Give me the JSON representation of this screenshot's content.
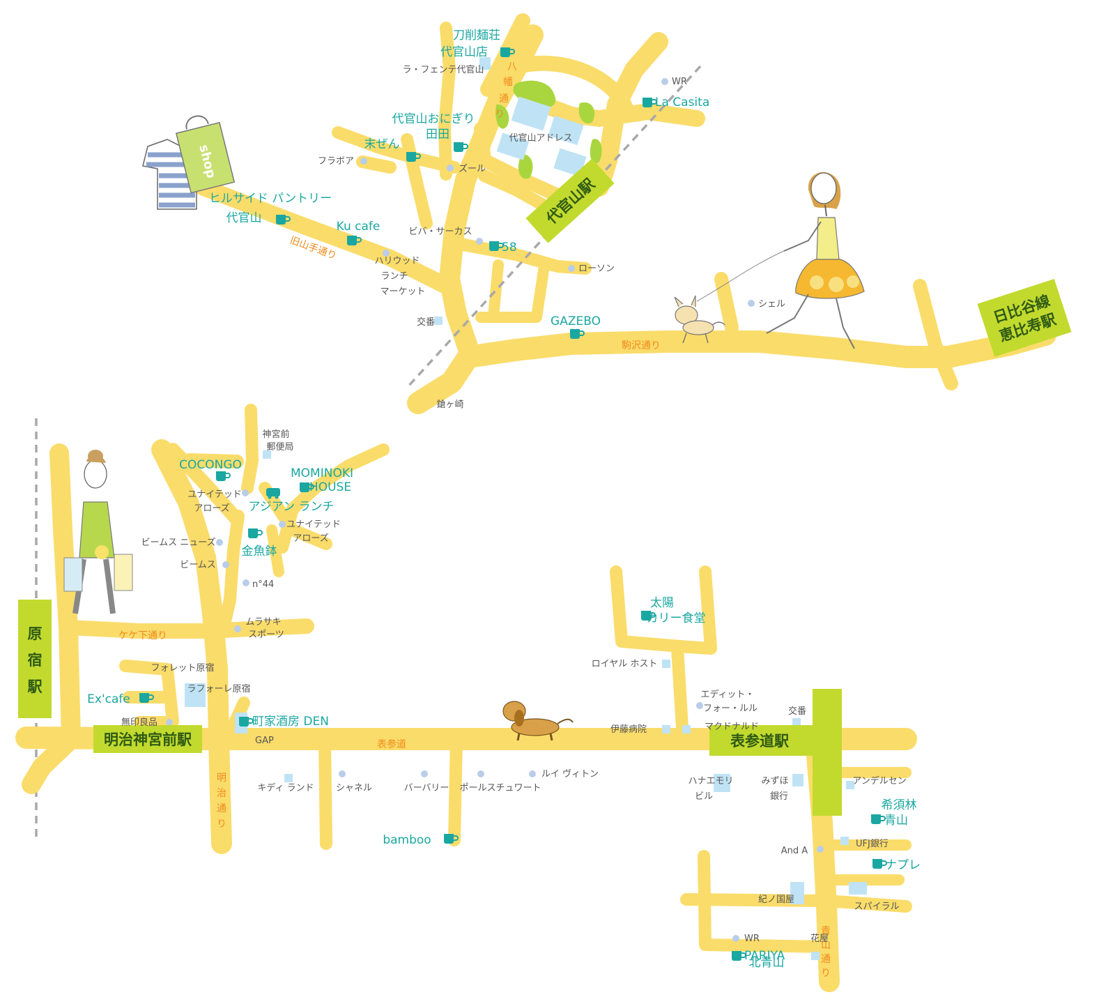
{
  "colors": {
    "road": "#fadc6a",
    "station_box": "#c2da2e",
    "station_text": "#2f5a14",
    "cafe_text": "#1aa7a1",
    "street_label": "#f08a1c",
    "shop_text": "#555555",
    "building": "#bfe3f5",
    "marker_dot": "#b9cdea",
    "railway": "#a8a8a8",
    "park": "#a9d63f"
  },
  "icons": {
    "cafe_marker": "coffee-cup-icon",
    "shop_marker": "dot-marker",
    "shopping_bag": "shop-bag-icon"
  },
  "bag_text": "shop",
  "daikanyama": {
    "stations": {
      "daikanyama": "代官山駅",
      "ebisu_line1": "日比谷線",
      "ebisu_line2": "恵比寿駅"
    },
    "streets": {
      "kyuyamate": "旧山手通り",
      "hachiman_1": "八",
      "hachiman_2": "幡",
      "hachiman_3": "通",
      "hachiman_4": "り",
      "komazawa": "駒沢通り"
    },
    "cafes": {
      "toshoumen_1": "刀削麺荘",
      "toshoumen_2": "代官山店",
      "onigiri_1": "代官山おにぎり",
      "onigiri_2": "田田",
      "suezen": "末ぜん",
      "hillside_1": "ヒルサイド パントリー",
      "hillside_2": "代官山",
      "kucafe": "Ku cafe",
      "lacasita": "La Casita",
      "c58": "58",
      "gazebo": "GAZEBO"
    },
    "shops": {
      "lafenetre": "ラ・フェンテ代官山",
      "wr": "WR",
      "address": "代官山アドレス",
      "furabo": "フラボア",
      "zool": "ズール",
      "viva": "ビバ・サーカス",
      "hollywood_1": "ハリウッド",
      "hollywood_2": "ランチ",
      "hollywood_3": "マーケット",
      "lawson": "ローソン",
      "koban": "交番",
      "shell": "シェル",
      "kamakura": "鎗ヶ崎"
    }
  },
  "harajuku": {
    "stations": {
      "harajuku_1": "原",
      "harajuku_2": "宿",
      "harajuku_3": "駅",
      "meiji": "明治神宮前駅",
      "omotesando": "表参道駅"
    },
    "streets": {
      "takeshita": "ケケ下通り",
      "omotesando": "表参道",
      "meiji_1": "明",
      "meiji_2": "治",
      "meiji_3": "通",
      "meiji_4": "り",
      "aoyama_1": "青",
      "aoyama_2": "山",
      "aoyama_3": "通",
      "aoyama_4": "り",
      "kitaaoyama": "北青山"
    },
    "cafes": {
      "cocongo": "COCONGO",
      "mominoki_1": "MOMINOKI",
      "mominoki_2": "HOUSE",
      "asian": "アジアン ランチ",
      "kingyo": "金魚鉢",
      "excafe": "Ex'cafe",
      "den": "町家酒房 DEN",
      "taiyo_1": "太陽",
      "taiyo_2": "カリー食堂",
      "bamboo": "bamboo",
      "kisurin_1": "希須林",
      "kisurin_2": "青山",
      "napule": "ナプレ",
      "pariya": "PARIYA"
    },
    "shops": {
      "post_1": "神宮前",
      "post_2": "郵便局",
      "ua1_1": "ユナイテッド",
      "ua1_2": "アローズ",
      "ua2_1": "ユナイテッド",
      "ua2_2": "アローズ",
      "beams_news": "ビームス ニューズ",
      "beams": "ビームス",
      "n44": "n°44",
      "murasaki_1": "ムラサキ",
      "murasaki_2": "スポーツ",
      "foret": "フォレット原宿",
      "laforet": "ラフォーレ原宿",
      "muji": "無印良品",
      "gap": "GAP",
      "kiddy": "キディ ランド",
      "chanel": "シャネル",
      "burberry": "バーバリー",
      "paul": "ポールスチュワート",
      "vuitton": "ルイ ヴィトン",
      "royal": "ロイヤル ホスト",
      "edit_1": "エディット・",
      "edit_2": "フォー・ルル",
      "ito": "伊藤病院",
      "mcd": "マクドナルド",
      "koban": "交番",
      "hanae_1": "ハナエモリ",
      "hanae_2": "ビル",
      "mizuho_1": "みずほ",
      "mizuho_2": "銀行",
      "andersen": "アンデルセン",
      "anda": "And A",
      "ufj": "UFJ銀行",
      "kinokuniya": "紀ノ国屋",
      "spiral": "スパイラル",
      "wr": "WR",
      "hanaya": "花屋"
    }
  }
}
